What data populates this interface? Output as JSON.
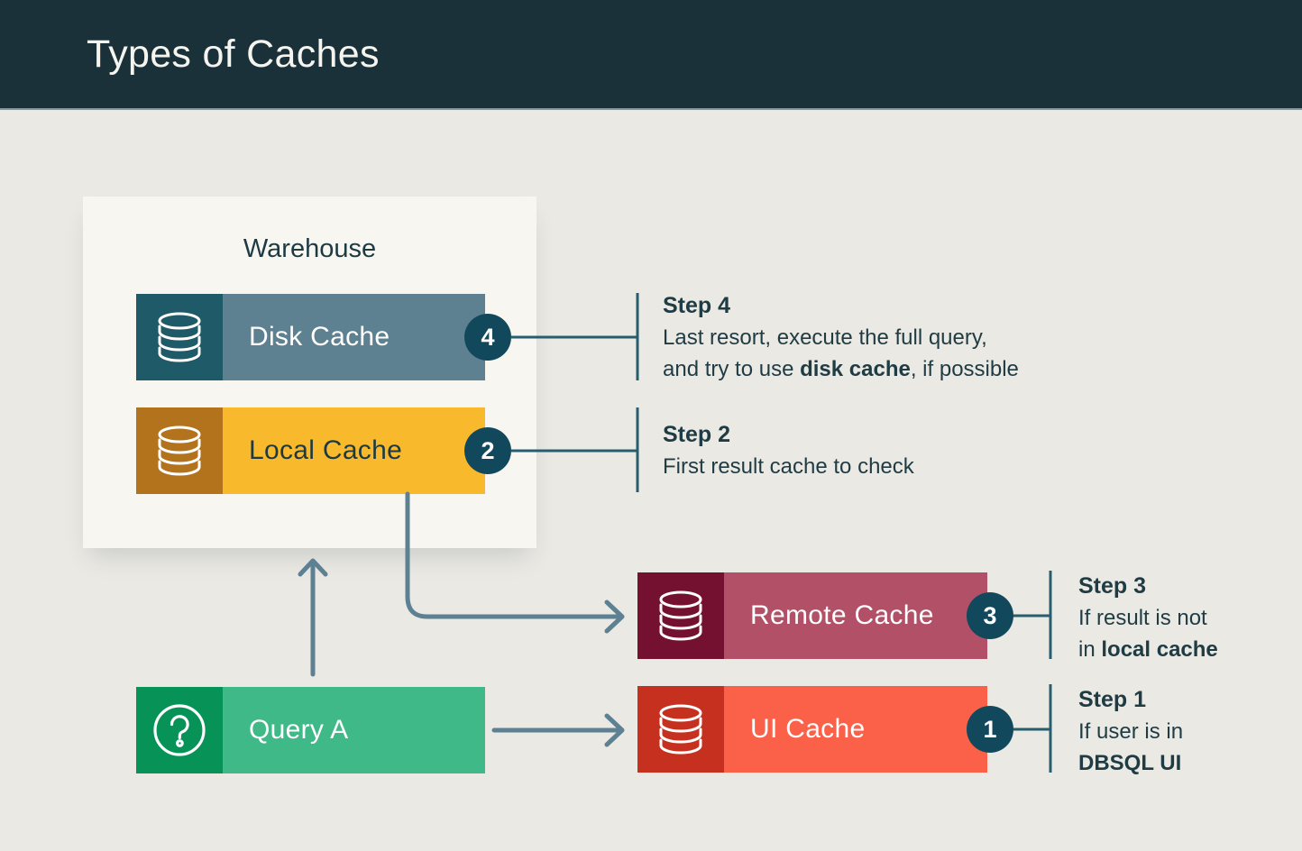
{
  "header": {
    "title": "Types of Caches",
    "bg_color": "#1b3139",
    "text_color": "#f6f4ef"
  },
  "canvas": {
    "bg_color": "#ebe9e3"
  },
  "warehouse": {
    "label": "Warehouse",
    "bg_color": "#f8f6f1",
    "text_color": "#1d3a43"
  },
  "badge_color": "#12485c",
  "arrow_color": "#5d8093",
  "connector_color": "#265e6f",
  "nodes": {
    "disk": {
      "label": "Disk Cache",
      "badge": "4",
      "icon": "database-icon",
      "bar_color": "#5e8191",
      "icon_bg_color": "#1e5a68",
      "text_color": "#ffffff"
    },
    "local": {
      "label": "Local Cache",
      "badge": "2",
      "icon": "database-icon",
      "bar_color": "#f9b92d",
      "icon_bg_color": "#b3731c",
      "text_color": "#1d3a43"
    },
    "query": {
      "label": "Query A",
      "icon": "question-icon",
      "bar_color": "#40b989",
      "icon_bg_color": "#079357",
      "text_color": "#ffffff"
    },
    "remote": {
      "label": "Remote Cache",
      "badge": "3",
      "icon": "database-icon",
      "bar_color": "#b25067",
      "icon_bg_color": "#741030",
      "text_color": "#ffffff"
    },
    "ui": {
      "label": "UI Cache",
      "badge": "1",
      "icon": "database-icon",
      "bar_color": "#fa6148",
      "icon_bg_color": "#c5301f",
      "text_color": "#ffffff"
    }
  },
  "steps": {
    "step4": {
      "title": "Step 4",
      "line1": "Last resort, execute the full query,",
      "line2_pre": "and try to use ",
      "line2_bold": "disk cache",
      "line2_post": ", if possible"
    },
    "step2": {
      "title": "Step 2",
      "line1": "First result cache to check"
    },
    "step3": {
      "title": "Step 3",
      "line1": "If result is not",
      "line2_pre": "in ",
      "line2_bold": "local cache",
      "line2_post": ""
    },
    "step1": {
      "title": "Step 1",
      "line1": "If user is in",
      "line2_pre": "",
      "line2_bold": "DBSQL UI",
      "line2_post": ""
    }
  }
}
